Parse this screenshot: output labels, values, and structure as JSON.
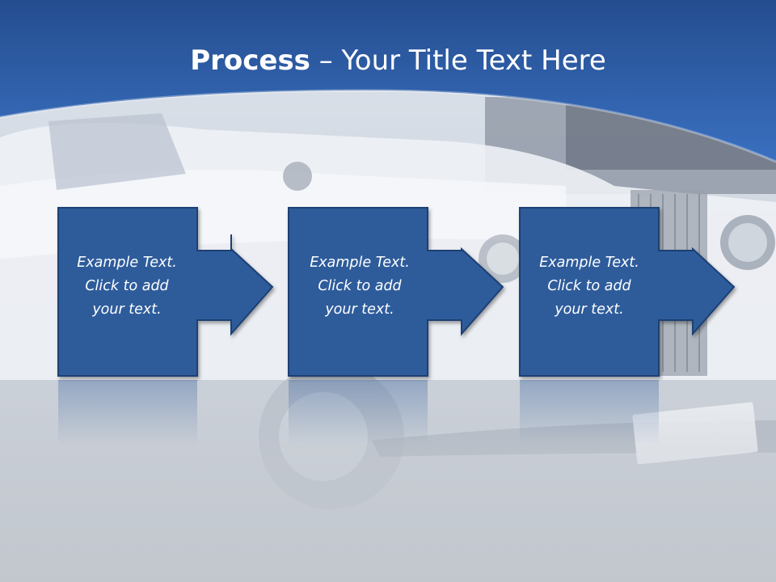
{
  "slide": {
    "title_strong": "Process",
    "title_rest": " – Your Title Text Here",
    "steps": [
      {
        "lines": [
          "Example Text.",
          "Click  to add",
          "your text."
        ]
      },
      {
        "lines": [
          "Example Text.",
          "Click  to add",
          "your text."
        ]
      },
      {
        "lines": [
          "Example Text.",
          "Click  to add",
          "your text."
        ]
      }
    ],
    "background_image": "vintage-white-car-photo",
    "colors": {
      "header_blue": "#2c5aa3",
      "header_blue_light": "#3a72c4",
      "box_blue": "#2e5b9b",
      "box_border": "#1f3f73",
      "text": "#ffffff"
    }
  }
}
